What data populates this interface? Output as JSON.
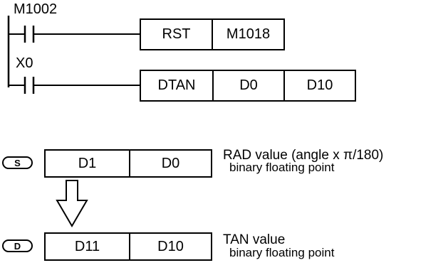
{
  "ladder": {
    "rung1": {
      "contact_label": "M1002",
      "instruction": "RST",
      "operand": "M1018"
    },
    "rung2": {
      "contact_label": "X0",
      "instruction": "DTAN",
      "operand1": "D0",
      "operand2": "D10"
    }
  },
  "source": {
    "tag": "S",
    "registers": [
      "D1",
      "D0"
    ],
    "description_line1": "RAD value (angle x  π/180)",
    "description_line2": "binary floating point"
  },
  "destination": {
    "tag": "D",
    "registers": [
      "D11",
      "D10"
    ],
    "description_line1": "TAN value",
    "description_line2": "binary floating point"
  },
  "colors": {
    "line": "#000000",
    "background": "#ffffff"
  }
}
